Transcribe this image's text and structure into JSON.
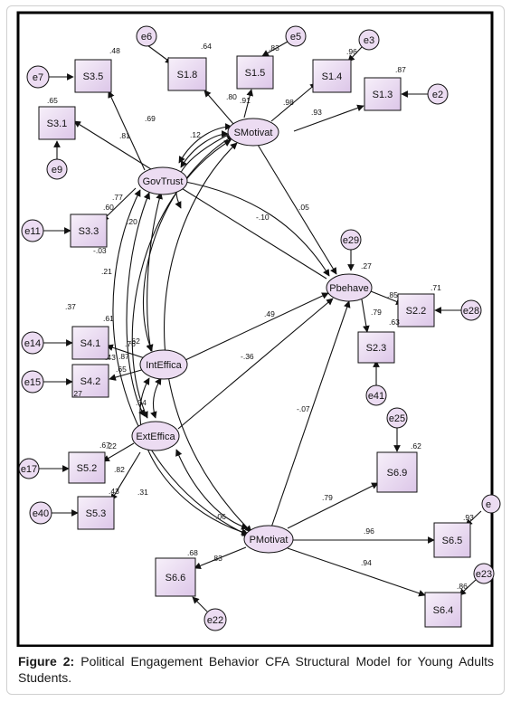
{
  "figure": {
    "caption_label": "Figure 2:",
    "caption_text": " Political Engagement Behavior CFA Structural Model for Young Adults Students."
  },
  "observed": {
    "s35": "S3.5",
    "s18": "S1.8",
    "s15": "S1.5",
    "s14": "S1.4",
    "s13": "S1.3",
    "s31": "S3.1",
    "s33": "S3.3",
    "s22": "S2.2",
    "s41": "S4.1",
    "s42": "S4.2",
    "s23": "S2.3",
    "s69": "S6.9",
    "s52": "S5.2",
    "s53": "S5.3",
    "s65": "S6.5",
    "s66": "S6.6",
    "s64": "S6.4"
  },
  "latent": {
    "smotivat": "SMotivat",
    "govtrust": "GovTrust",
    "pbehave": "Pbehave",
    "intefficacy": "IntEffica",
    "extefficacy": "ExtEffica",
    "pmotivat": "PMotivat"
  },
  "errors": {
    "e6": "e6",
    "e5": "e5",
    "e3": "e3",
    "e7": "e7",
    "e2": "e2",
    "e9": "e9",
    "e11": "e11",
    "e29": "e29",
    "e28": "e28",
    "e14": "e14",
    "e15": "e15",
    "e41": "e41",
    "e25": "e25",
    "e17": "e17",
    "e40": "e40",
    "e22": "e22",
    "e23": "e23",
    "e_partial": "e"
  },
  "coefficients": {
    "r2_s35": ".48",
    "r2_s18": ".64",
    "r2_s15": ".83",
    "r2_s14": ".96",
    "r2_s13": ".87",
    "r2_s31": ".65",
    "r2_s33": ".60",
    "r2_pbehave": ".27",
    "r2_s22": ".71",
    "r2_s23": ".63",
    "r2_s41": ".76",
    "r2_s42": ".27",
    "r2_s69": ".62",
    "r2_s52": ".67",
    "r2_s53": ".43",
    "r2_s65": ".93",
    "r2_s66": ".68",
    "r2_s64": ".86",
    "l_s18": ".80",
    "l_s15": ".91",
    "l_s14": ".98",
    "l_s13": ".93",
    "l_s35": ".69",
    "l_s31": ".81",
    "l_s33": ".77",
    "c_sm_gt": ".12",
    "c_gt_ie": ".20",
    "c_neg03": "-.03",
    "c_21": ".21",
    "c_37": ".37",
    "c_61": ".61",
    "c_62": ".62",
    "c_43": ".43",
    "c_34": ".34",
    "c_31": ".31",
    "c_06": ".06",
    "p_sm_pb": ".05",
    "p_gt_pb": "-.10",
    "p_ie_pb": ".49",
    "p_ee_pb": "-.36",
    "p_pm_pb": "-.07",
    "l_s22": ".85",
    "l_s23": ".79",
    "l_s41": ".87",
    "l_s42": ".65",
    "l_s52": ".82",
    "l_s53": ".22",
    "l_s69": ".79",
    "l_s65": ".96",
    "l_s64": ".94",
    "l_s66": ".83"
  },
  "colors": {
    "node_fill": "#ecdcf2",
    "line": "#111111"
  }
}
